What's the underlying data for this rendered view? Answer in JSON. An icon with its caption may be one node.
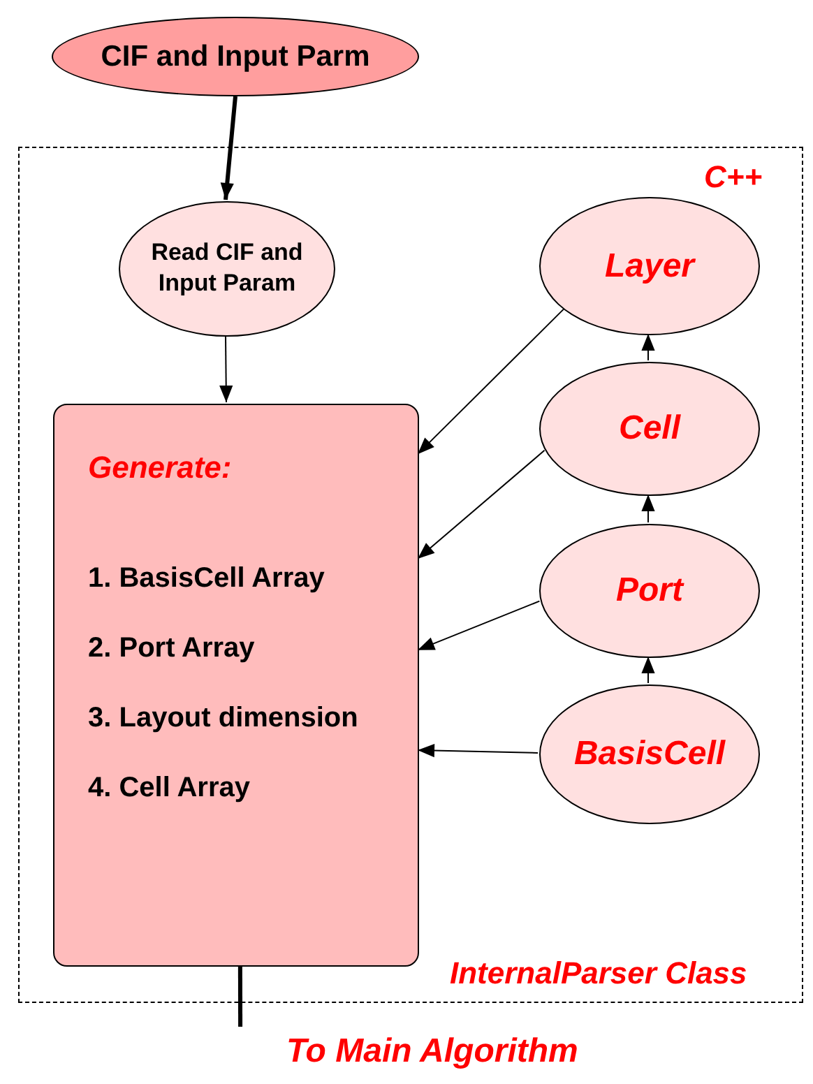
{
  "diagram": {
    "nodes": [
      {
        "text": [
          "CIF and Input Parm"
        ]
      },
      {
        "text": [
          "C++",
          "InternalParser Class"
        ]
      },
      {
        "text": [
          "Read CIF and Input Param"
        ],
        "in": 1
      },
      {
        "text": [
          "Layer"
        ],
        "in": 1
      },
      {
        "text": [
          "Generate:",
          "1. BasisCell Array",
          "2. Port Array",
          "3. Layout dimension",
          "4. Cell Array"
        ],
        "in": 1
      },
      {
        "text": [
          "Cell"
        ],
        "in": 1
      },
      {
        "text": [
          "Port"
        ],
        "in": 1
      },
      {
        "text": [
          "BasisCell"
        ],
        "in": 1
      },
      {
        "text": [
          "To Main Algorithm"
        ]
      }
    ],
    "edges": [
      {
        "from": 0,
        "to": 2,
        "arrow": "to",
        "style": "thick"
      },
      {
        "from": 2,
        "to": 4,
        "arrow": "to"
      },
      {
        "from": 3,
        "to": 4,
        "arrow": "to"
      },
      {
        "from": 5,
        "to": 3,
        "arrow": "to"
      },
      {
        "from": 5,
        "to": 4,
        "arrow": "to"
      },
      {
        "from": 6,
        "to": 5,
        "arrow": "to"
      },
      {
        "from": 6,
        "to": 4,
        "arrow": "to"
      },
      {
        "from": 7,
        "to": 6,
        "arrow": "to"
      },
      {
        "from": 7,
        "to": 4,
        "arrow": "to"
      },
      {
        "from": 4,
        "to": 8,
        "arrow": "none",
        "style": "thick"
      }
    ]
  }
}
